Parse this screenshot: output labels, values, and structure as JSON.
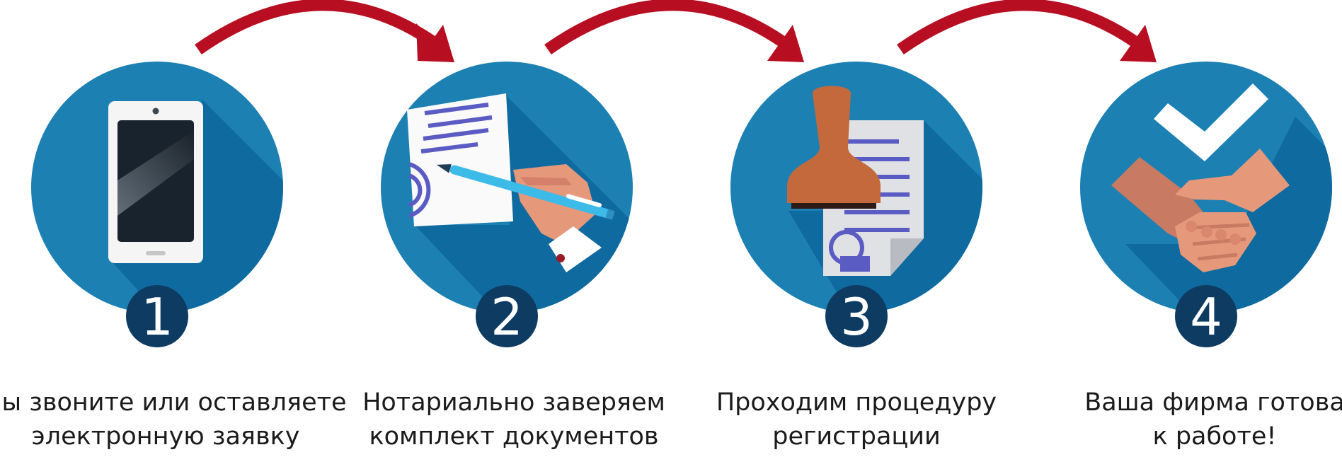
{
  "colors": {
    "circle": "#1d80b3",
    "shadow": "#0f6a9f",
    "badge": "#0d3b62",
    "arrow": "#b80e22",
    "text": "#1b1b1b"
  },
  "steps": [
    {
      "number": "1",
      "icon": "smartphone-icon",
      "line1": "Вы звоните или оставляете",
      "line2": "электронную заявку"
    },
    {
      "number": "2",
      "icon": "signing-document-icon",
      "line1": "Нотариально заверяем",
      "line2": "комплект документов"
    },
    {
      "number": "3",
      "icon": "stamp-document-icon",
      "line1": "Проходим процедуру",
      "line2": "регистрации"
    },
    {
      "number": "4",
      "icon": "handshake-check-icon",
      "line1": "Ваша фирма готова",
      "line2": "к работе!"
    }
  ]
}
